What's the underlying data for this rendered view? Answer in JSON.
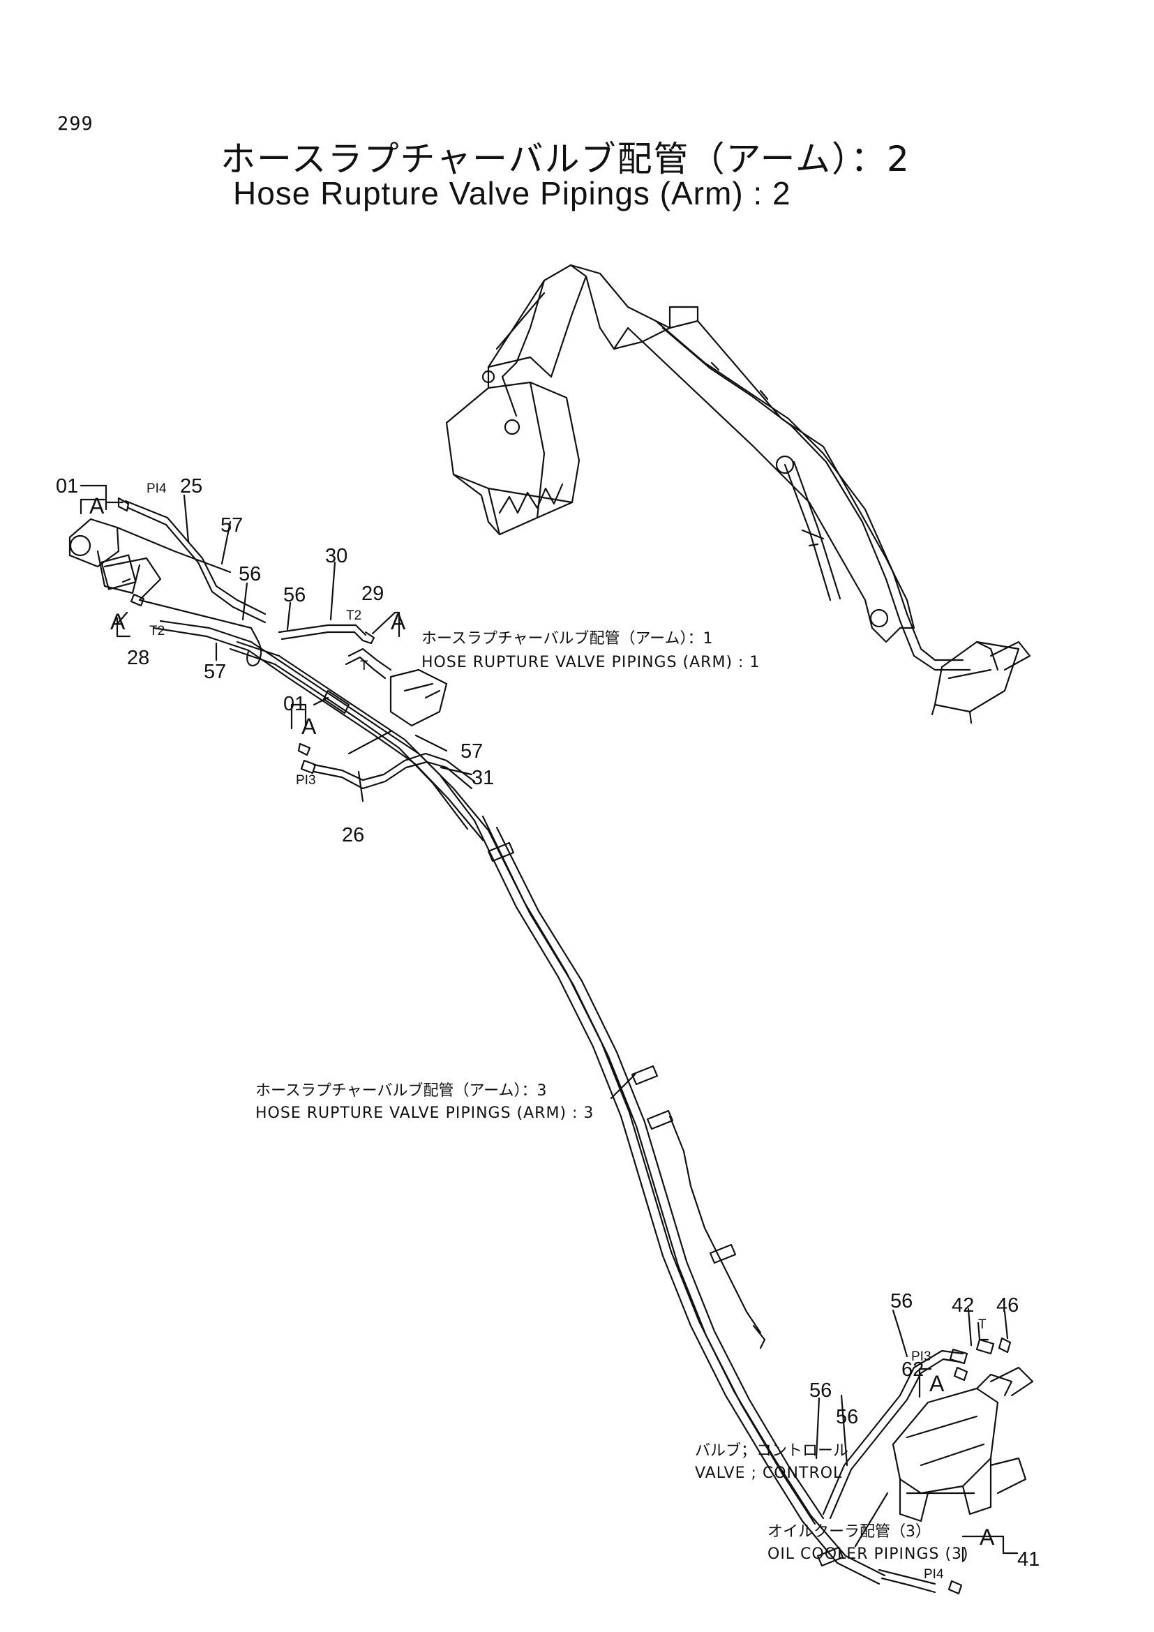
{
  "page": {
    "number": "299",
    "title_jp": "ホースラプチャーバルブ配管（アーム）：2",
    "title_en": "Hose Rupture Valve Pipings (Arm) : 2"
  },
  "callouts": {
    "c01a": "01",
    "c25": "25",
    "c57a": "57",
    "c56a": "56",
    "c56b": "56",
    "c30": "30",
    "c29": "29",
    "c28": "28",
    "c57b": "57",
    "c01b": "01",
    "c57c": "57",
    "c31": "31",
    "c26": "26",
    "c56c": "56",
    "c42": "42",
    "c46": "46",
    "c62": "62",
    "c56d": "56",
    "c56e": "56",
    "c41": "41"
  },
  "ports": {
    "pi4a": "PI4",
    "t2a": "T2",
    "t2b": "T2",
    "t": "T",
    "pi3a": "PI3",
    "pi3b": "PI3",
    "tb": "T",
    "pi4b": "PI4"
  },
  "letters": {
    "a1": "A",
    "a2": "A",
    "a3": "A",
    "a4": "A",
    "a5": "A",
    "a6": "A"
  },
  "references": {
    "ref1_jp": "ホースラプチャーバルブ配管（アーム）：1",
    "ref1_en": "HOSE RUPTURE VALVE PIPINGS (ARM) : 1",
    "ref3_jp": "ホースラプチャーバルブ配管（アーム）：3",
    "ref3_en": "HOSE RUPTURE VALVE PIPINGS (ARM) : 3",
    "valve_jp": "バルブ；コントロール",
    "valve_en": "VALVE ; CONTROL",
    "cooler_jp": "オイルクーラ配管（3）",
    "cooler_en": "OIL COOLER PIPINGS (3)"
  }
}
